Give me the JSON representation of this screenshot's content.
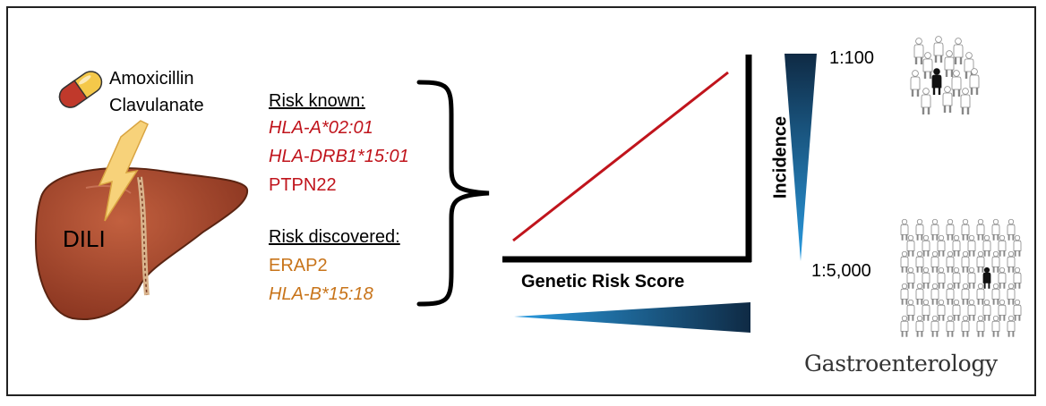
{
  "drug": {
    "line1": "Amoxicillin",
    "line2": "Clavulanate"
  },
  "liver": {
    "label": "DILI"
  },
  "risk_known": {
    "heading": "Risk known:",
    "items": [
      "HLA-A*02:01",
      "HLA-DRB1*15:01",
      "PTPN22"
    ]
  },
  "risk_discovered": {
    "heading": "Risk discovered:",
    "items": [
      "ERAP2",
      "HLA-B*15:18"
    ]
  },
  "plot": {
    "xlabel": "Genetic Risk Score",
    "ylabel": "Incidence"
  },
  "incidence": {
    "high": "1:100",
    "low": "1:5,000"
  },
  "journal": "Gastroenterology",
  "colors": {
    "known": "#c0141c",
    "discovered": "#c8741a",
    "trend_line": "#c0141c",
    "gradient_dark": "#0f2a44",
    "gradient_light": "#2a9be0",
    "liver": "#a0442a"
  }
}
